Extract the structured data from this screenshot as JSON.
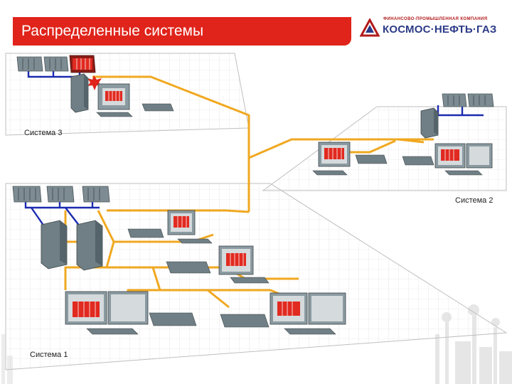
{
  "slide": {
    "title": "Распределенные системы"
  },
  "logo": {
    "subtitle": "ФИНАНСОВО-ПРОМЫШЛЕННАЯ КОМПАНИЯ",
    "name": "КОСМОС·НЕФТЬ·ГАЗ"
  },
  "systems": [
    {
      "label": "Система 3"
    },
    {
      "label": "Система 2"
    },
    {
      "label": "Система 1"
    }
  ],
  "colors": {
    "accent": "#e0241b",
    "brand_blue": "#2b3a87",
    "network_orange": "#f0a820",
    "bus_blue": "#1b2bb0",
    "device_gray": "#6f7f85"
  },
  "icons": [
    "rack-server-icon",
    "tower-server-icon",
    "monitor-icon",
    "keyboard-icon",
    "network-switch-icon",
    "factory-skyline-icon"
  ]
}
